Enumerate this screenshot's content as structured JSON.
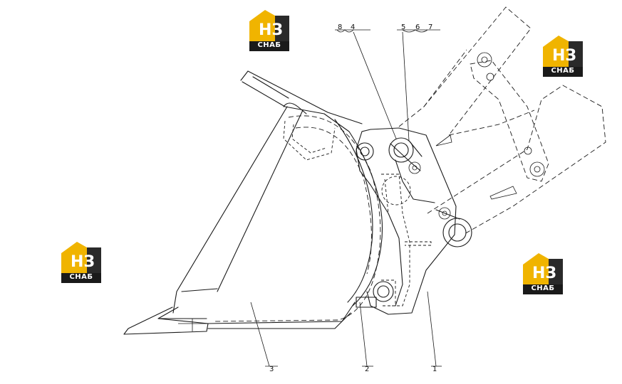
{
  "callouts": {
    "c1": "1",
    "c2": "2",
    "c3": "3",
    "c4": "4",
    "c5": "5",
    "c6": "6",
    "c7": "7",
    "c8": "8"
  },
  "watermark": {
    "mark": "НЗ",
    "text": "CHAБ",
    "colors": {
      "gold": "#f0b400",
      "dark": "#1a1a1a",
      "light": "#ffffff"
    }
  }
}
